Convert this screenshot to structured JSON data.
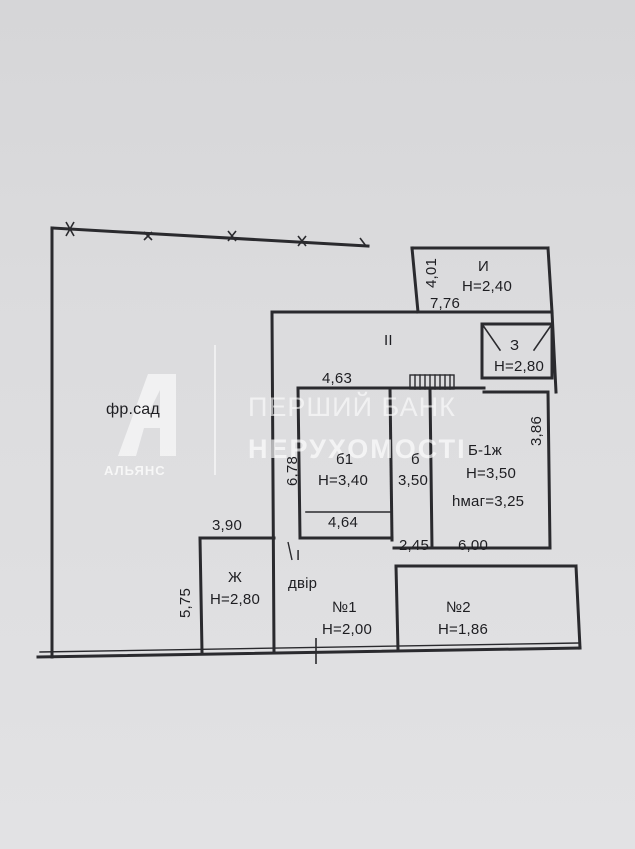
{
  "rooms": {
    "garden": {
      "label": "фр.сад"
    },
    "room_I": {
      "label": "И",
      "height": "H=2,40",
      "dim_vertical": "4,01",
      "dim_horizontal": "7,76"
    },
    "corridor_II": {
      "label": "II"
    },
    "room_Z": {
      "label": "З",
      "height": "H=2,80"
    },
    "room_b1": {
      "label": "б1",
      "height": "H=3,40",
      "dim_top": "4,63",
      "dim_bottom": "4,64",
      "dim_vertical": "6,78"
    },
    "room_b": {
      "label": "б",
      "height": "3,50",
      "dim_bottom": "2,45"
    },
    "room_B1zh": {
      "label": "Б-1ж",
      "height": "H=3,50",
      "height_avg": "hмаг=3,25",
      "dim_vertical": "3,86",
      "dim_bottom": "6,00"
    },
    "yard_I": {
      "label": "I",
      "name": "двір"
    },
    "room_Zh": {
      "label": "Ж",
      "height": "H=2,80",
      "dim_top": "3,90",
      "dim_vertical": "5,75"
    },
    "room_n1": {
      "label": "№1",
      "height": "H=2,00"
    },
    "room_n2": {
      "label": "№2",
      "height": "H=1,86"
    }
  },
  "watermark": {
    "line1": "ПЕРШИЙ БАНК",
    "line2": "НЕРУХОМОСТІ",
    "brand": "АЛЬЯНС"
  },
  "colors": {
    "line": "#2a2a2e",
    "paper": "#d9d9db",
    "watermark": "#ffffff"
  }
}
